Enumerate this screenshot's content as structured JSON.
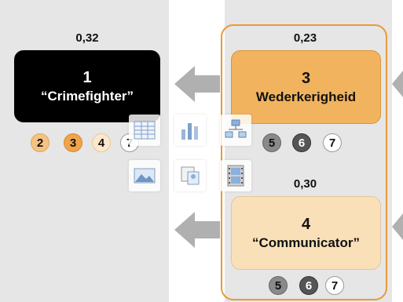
{
  "left_panel": {
    "value": "0,32",
    "box": {
      "number": "1",
      "label": "“Crimefighter”"
    },
    "circles": [
      "2",
      "3",
      "4",
      "7"
    ]
  },
  "right_panel": {
    "top": {
      "value": "0,23",
      "box": {
        "number": "3",
        "label": "Wederkerigheid"
      },
      "circles": [
        "5",
        "6",
        "7"
      ]
    },
    "bottom": {
      "value": "0,30",
      "box": {
        "number": "4",
        "label": "“Communicator”"
      },
      "circles": [
        "5",
        "6",
        "7"
      ]
    }
  },
  "toolbar": {
    "icons": [
      "table-icon",
      "chart-icon",
      "smartart-icon",
      "picture-icon",
      "clipart-icon",
      "media-clip-icon"
    ]
  },
  "colors": {
    "orange_accent": "#e99a3c",
    "orange_box": "#f1b35e",
    "pale_box": "#fae0b8",
    "panel_gray": "#e6e6e6",
    "arrow_gray": "#b0b0b0"
  }
}
